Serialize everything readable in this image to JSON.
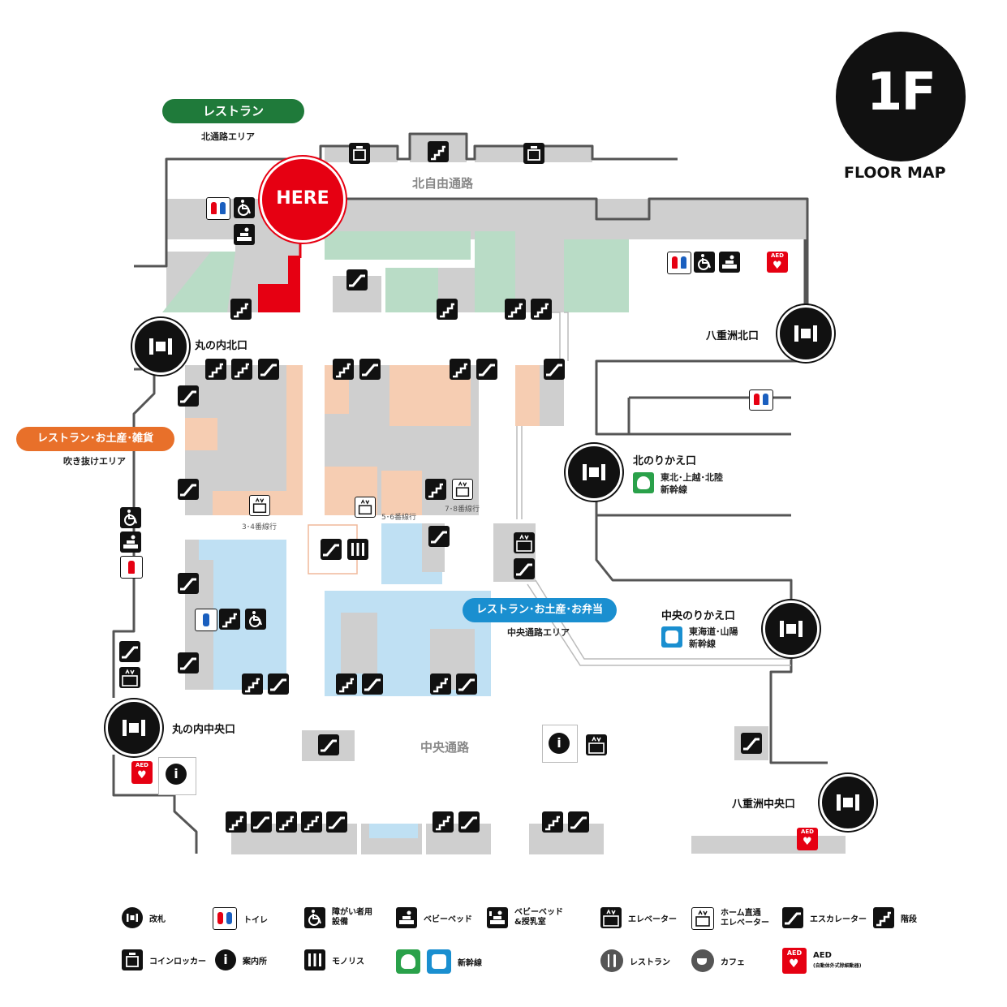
{
  "floor": {
    "label": "1F",
    "subtitle": "FLOOR MAP"
  },
  "here": "HERE",
  "areas": {
    "north_restaurant": {
      "pill": "レストラン",
      "sub": "北通路エリア",
      "color": "#1f7a3a"
    },
    "fukinuke": {
      "pill": "レストラン･お土産･雑貨",
      "sub": "吹き抜けエリア",
      "color": "#e8702a"
    },
    "central": {
      "pill": "レストラン･お土産･お弁当",
      "sub": "中央通路エリア",
      "color": "#1a8fd0"
    }
  },
  "passages": {
    "north": "北自由通路",
    "central": "中央通路"
  },
  "exits": {
    "marunouchi_north": "丸の内北口",
    "marunouchi_central": "丸の内中央口",
    "yaesu_north": "八重洲北口",
    "yaesu_central": "八重洲中央口",
    "north_transfer": "北のりかえ口",
    "central_transfer": "中央のりかえ口"
  },
  "shinkansen": {
    "north": "東北･上越･北陸\n新幹線",
    "north_line1": "東北･上越･北陸",
    "north_line2": "新幹線",
    "central_line1": "東海道･山陽",
    "central_line2": "新幹線"
  },
  "platforms": {
    "p34": "3･4番線行",
    "p56": "5･6番線行",
    "p78": "7･8番線行"
  },
  "legend": {
    "gate": "改札",
    "toilet": "トイレ",
    "accessible": "障がい者用\n設備",
    "accessible_l1": "障がい者用",
    "accessible_l2": "設備",
    "baby_bed": "ベビーベッド",
    "baby_room_l1": "ベビーベッド",
    "baby_room_l2": "&授乳室",
    "elevator": "エレベーター",
    "platform_elev_l1": "ホーム直通",
    "platform_elev_l2": "エレベーター",
    "escalator": "エスカレーター",
    "stairs": "階段",
    "locker": "コインロッカー",
    "info": "案内所",
    "monolith": "モノリス",
    "shinkansen": "新幹線",
    "restaurant": "レストラン",
    "cafe": "カフェ",
    "aed": "AED",
    "aed_note": "(自動体外式除細動器)"
  },
  "colors": {
    "gray": "#cfcfcf",
    "green": "#b9dcc6",
    "peach": "#f6cdb2",
    "blue": "#bfe0f3",
    "here": "#e60012",
    "aed": "#e60012"
  }
}
